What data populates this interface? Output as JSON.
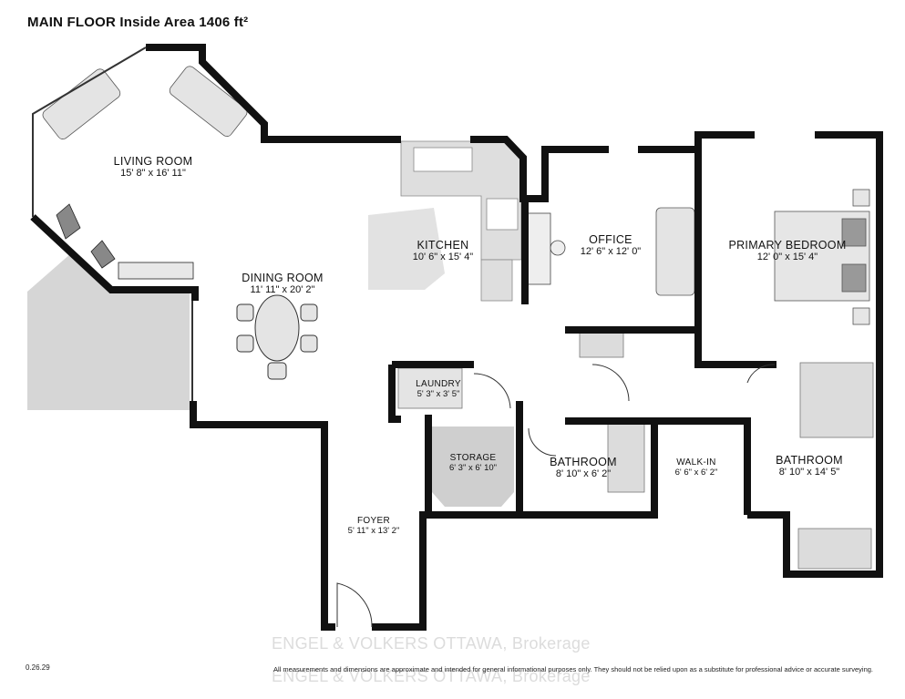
{
  "header": {
    "title": "MAIN FLOOR Inside Area 1406 ft²"
  },
  "rooms": {
    "living": {
      "name": "LIVING ROOM",
      "dims": "15' 8\" x 16' 11\""
    },
    "dining": {
      "name": "DINING ROOM",
      "dims": "11' 11\" x 20' 2\""
    },
    "kitchen": {
      "name": "KITCHEN",
      "dims": "10' 6\" x 15' 4\""
    },
    "office": {
      "name": "OFFICE",
      "dims": "12' 6\" x 12' 0\""
    },
    "primary_bedroom": {
      "name": "PRIMARY BEDROOM",
      "dims": "12' 0\" x 15' 4\""
    },
    "laundry": {
      "name": "LAUNDRY",
      "dims": "5' 3\" x 3' 5\""
    },
    "storage": {
      "name": "STORAGE",
      "dims": "6' 3\" x 6' 10\""
    },
    "bathroom_1": {
      "name": "BATHROOM",
      "dims": "8' 10\" x 6' 2\""
    },
    "walk_in": {
      "name": "WALK-IN",
      "dims": "6' 6\" x 6' 2\""
    },
    "bathroom_2": {
      "name": "BATHROOM",
      "dims": "8' 10\" x 14' 5\""
    },
    "foyer": {
      "name": "FOYER",
      "dims": "5' 11\" x 13' 2\""
    }
  },
  "watermark": {
    "text": "ENGEL & VOLKERS OTTAWA, Brokerage"
  },
  "footer": {
    "version": "0.26.29",
    "disclaimer": "All measurements and dimensions are approximate and intended for general informational purposes only. They should not be relied upon as a substitute for professional advice or accurate surveying."
  },
  "colors": {
    "wall": "#111111",
    "fixture_fill": "#dcdcdc",
    "exterior": "#d6d6d6",
    "floor": "#ffffff"
  }
}
